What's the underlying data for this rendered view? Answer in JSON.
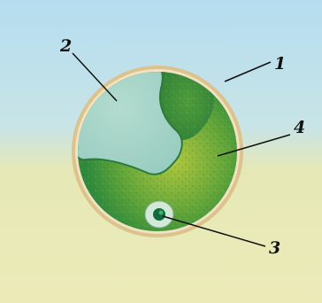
{
  "labels": {
    "one": "1",
    "two": "2",
    "three": "3",
    "four": "4"
  },
  "colors": {
    "sky_top": "#b4dcef",
    "sky_bottom": "#d6e8d2",
    "ground": "#e9e7b2",
    "cell_wall": "#d9c08a",
    "cell_wall_inner": "#f1e3c3",
    "vacuole": "#a8d5cb",
    "chloroplast_dark": "#2f8a3c",
    "chloroplast_light": "#a8c63d",
    "nucleus_halo": "#cfe7d9",
    "nucleus": "#0f6b3b"
  }
}
